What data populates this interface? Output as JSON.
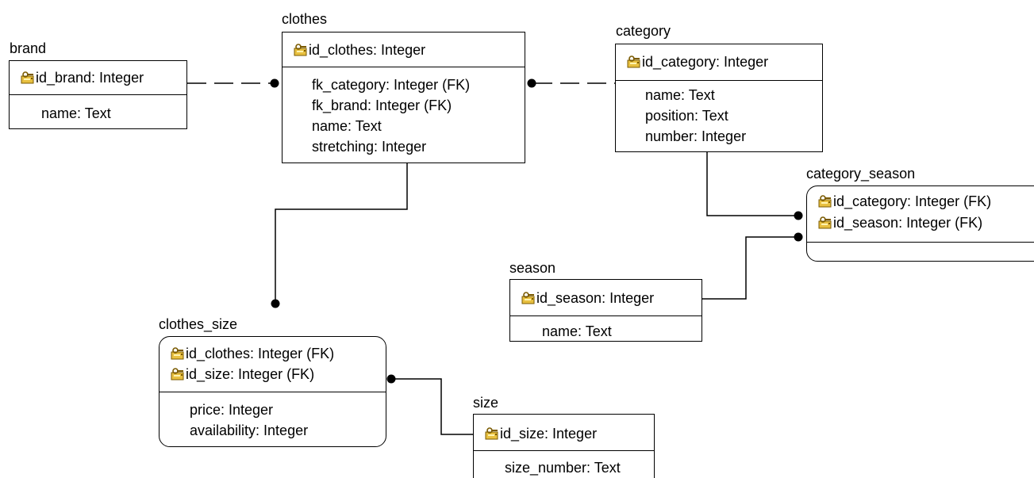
{
  "entities": {
    "brand": {
      "title": "brand",
      "keys": [
        "id_brand: Integer"
      ],
      "attrs": [
        "name: Text"
      ]
    },
    "clothes": {
      "title": "clothes",
      "keys": [
        "id_clothes: Integer"
      ],
      "attrs": [
        "fk_category:  Integer (FK)",
        "fk_brand: Integer (FK)",
        "name: Text",
        "stretching: Integer"
      ]
    },
    "category": {
      "title": "category",
      "keys": [
        "id_category:  Integer"
      ],
      "attrs": [
        "name: Text",
        "position: Text",
        "number: Integer"
      ]
    },
    "category_season": {
      "title": "category_season",
      "keys": [
        "id_category:  Integer (FK)",
        "id_season: Integer (FK)"
      ],
      "attrs": []
    },
    "season": {
      "title": "season",
      "keys": [
        "id_season: Integer"
      ],
      "attrs": [
        "name: Text"
      ]
    },
    "clothes_size": {
      "title": "clothes_size",
      "keys": [
        "id_clothes: Integer (FK)",
        "id_size: Integer (FK)"
      ],
      "attrs": [
        "price: Integer",
        "availability: Integer"
      ]
    },
    "size": {
      "title": "size",
      "keys": [
        "id_size: Integer"
      ],
      "attrs": [
        "size_number: Text"
      ]
    }
  },
  "icons": {
    "primary_key": "key-icon",
    "key_color": "#e0b000"
  }
}
